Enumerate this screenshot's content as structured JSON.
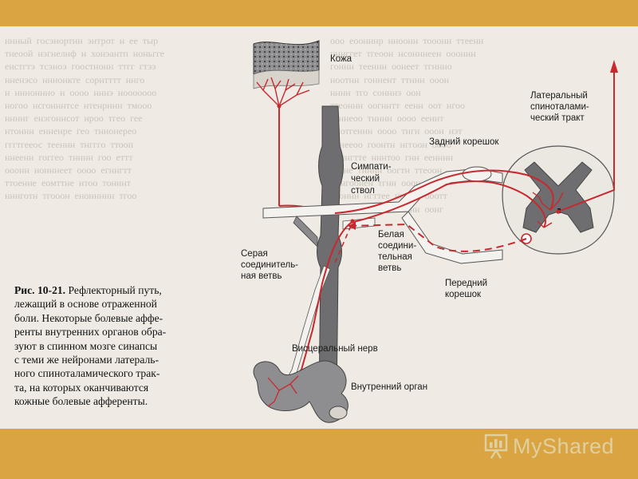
{
  "labels": {
    "skin": "Кожа",
    "lateral_tract": [
      "Латеральный",
      "спиноталами-",
      "ческий тракт"
    ],
    "dorsal_root": "Задний корешок",
    "sympathetic_trunk": [
      "Симпати-",
      "ческий",
      "ствол"
    ],
    "gray_ramus": [
      "Серая",
      "соединитель-",
      "ная ветвь"
    ],
    "white_ramus": [
      "Белая",
      "соедини-",
      "тельная",
      "ветвь"
    ],
    "ventral_root": [
      "Передний",
      "корешок"
    ],
    "visceral_nerve": "Висцеральный нерв",
    "internal_organ": "Внутренний орган"
  },
  "caption": {
    "number": "Рис. 10-21.",
    "lines": [
      " Рефлекторный путь,",
      "лежащий в основе отраженной",
      "боли. Некоторые болевые аффе-",
      "ренты внутренних органов обра-",
      "зуют в спинном мозге синапсы",
      "с теми же нейронами латераль-",
      "ного спиноталамического трак-",
      "та, на которых оканчиваются",
      "кожные болевые афференты."
    ]
  },
  "logo": {
    "text": "MyShared",
    "icon": "presentation-board-icon"
  },
  "colors": {
    "frame": "#d9a441",
    "paper": "#efebe4",
    "structure": "#6e6e70",
    "pathway": "#c8282e",
    "logo": "#e0d0a0"
  }
}
